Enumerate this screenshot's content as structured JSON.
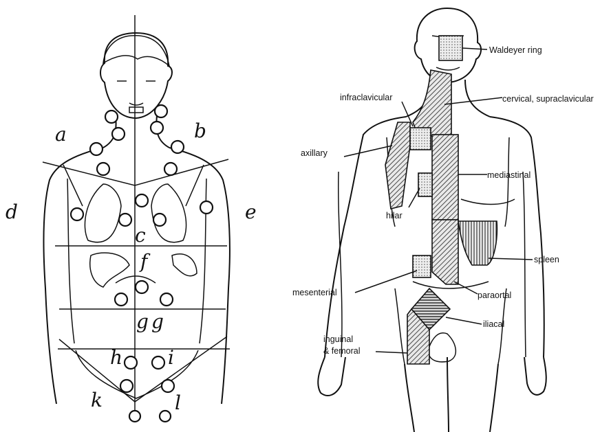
{
  "left_figure": {
    "region_letters": [
      "a",
      "b",
      "c",
      "d",
      "e",
      "f",
      "g",
      "g",
      "h",
      "i",
      "k",
      "l"
    ]
  },
  "right_figure": {
    "labels": {
      "waldeyer": "Waldeyer ring",
      "cervical": "cervical, supraclavicular",
      "infraclavicular": "infraclavicular",
      "axillary": "axillary",
      "mediastinal": "mediastinal",
      "hilar": "hilar",
      "spleen": "spleen",
      "mesenterial": "mesenterial",
      "paraortal": "paraortal",
      "iliacal": "iliacal",
      "inguinal_line1": "inguinal",
      "inguinal_line2": "& femoral"
    }
  }
}
